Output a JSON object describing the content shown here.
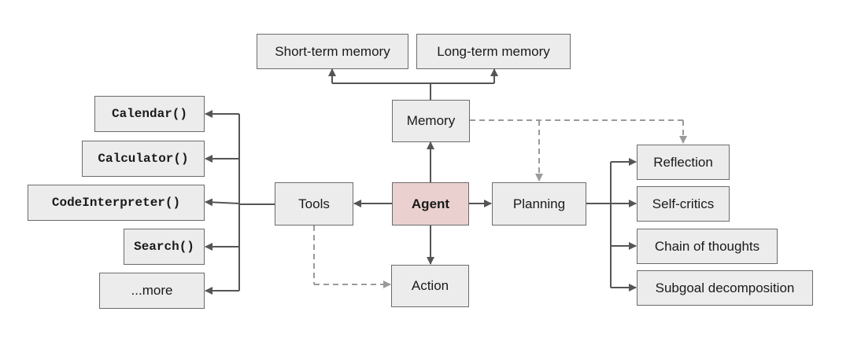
{
  "colors": {
    "node_fill": "#ececec",
    "node_border": "#6b6b6b",
    "agent_fill": "#ead0cf",
    "solid_edge": "#555555",
    "dashed_edge": "#9a9a9a"
  },
  "nodes": {
    "short_term_memory": "Short-term memory",
    "long_term_memory": "Long-term memory",
    "memory": "Memory",
    "agent": "Agent",
    "tools": "Tools",
    "planning": "Planning",
    "action": "Action",
    "calendar": "Calendar()",
    "calculator": "Calculator()",
    "code_interpreter": "CodeInterpreter()",
    "search": "Search()",
    "more": "...more",
    "reflection": "Reflection",
    "self_critics": "Self-critics",
    "chain_of_thoughts": "Chain of thoughts",
    "subgoal_decomposition": "Subgoal decomposition"
  }
}
